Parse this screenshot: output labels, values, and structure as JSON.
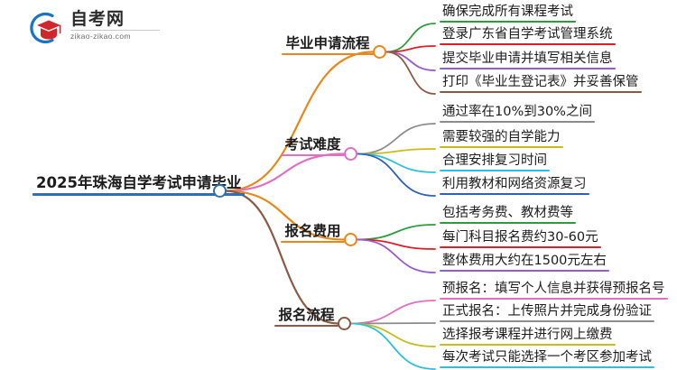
{
  "logo": {
    "name_cn": "自考网",
    "url": "zikao-zikao.com",
    "mark_icon": "graduation-cap-icon",
    "arc_color": "#1a74c4",
    "cap_color": "#d0262c"
  },
  "mindmap": {
    "root": {
      "label": "2025年珠海自学考试申请毕业",
      "color": "#2f6fb5"
    },
    "branches": [
      {
        "label": "毕业申请流程",
        "color": "#e8871a",
        "leaves": [
          {
            "label": "确保完成所有课程考试",
            "color": "#2d9c3c"
          },
          {
            "label": "登录广东省自学考试管理系统",
            "color": "#e01f26"
          },
          {
            "label": "提交毕业申请并填写相关信息",
            "color": "#9b59d0"
          },
          {
            "label": "打印《毕业生登记表》并妥善保管",
            "color": "#8a5a44"
          }
        ]
      },
      {
        "label": "考试难度",
        "color": "#e36fc0",
        "leaves": [
          {
            "label": "通过率在10%到30%之间",
            "color": "#8c8c8c"
          },
          {
            "label": "需要较强的自学能力",
            "color": "#c9bc1a"
          },
          {
            "label": "合理安排复习时间",
            "color": "#2cc0dd"
          },
          {
            "label": "利用教材和网络资源复习",
            "color": "#2f5fc0"
          }
        ]
      },
      {
        "label": "报名费用",
        "color": "#e8871a",
        "leaves": [
          {
            "label": "包括考务费、教材费等",
            "color": "#2d9c3c"
          },
          {
            "label": "每门科目报名费约30-60元",
            "color": "#e01f26"
          },
          {
            "label": "整体费用大约在1500元左右",
            "color": "#9b59d0"
          }
        ]
      },
      {
        "label": "报名流程",
        "color": "#8a5a44",
        "leaves": [
          {
            "label": "预报名：填写个人信息并获得预报名号",
            "color": "#e36fc0"
          },
          {
            "label": "正式报名：上传照片并完成身份验证",
            "color": "#8c8c8c"
          },
          {
            "label": "选择报考课程并进行网上缴费",
            "color": "#c9bc1a"
          },
          {
            "label": "每次考试只能选择一个考区参加考试",
            "color": "#2cc0dd"
          }
        ]
      }
    ]
  }
}
